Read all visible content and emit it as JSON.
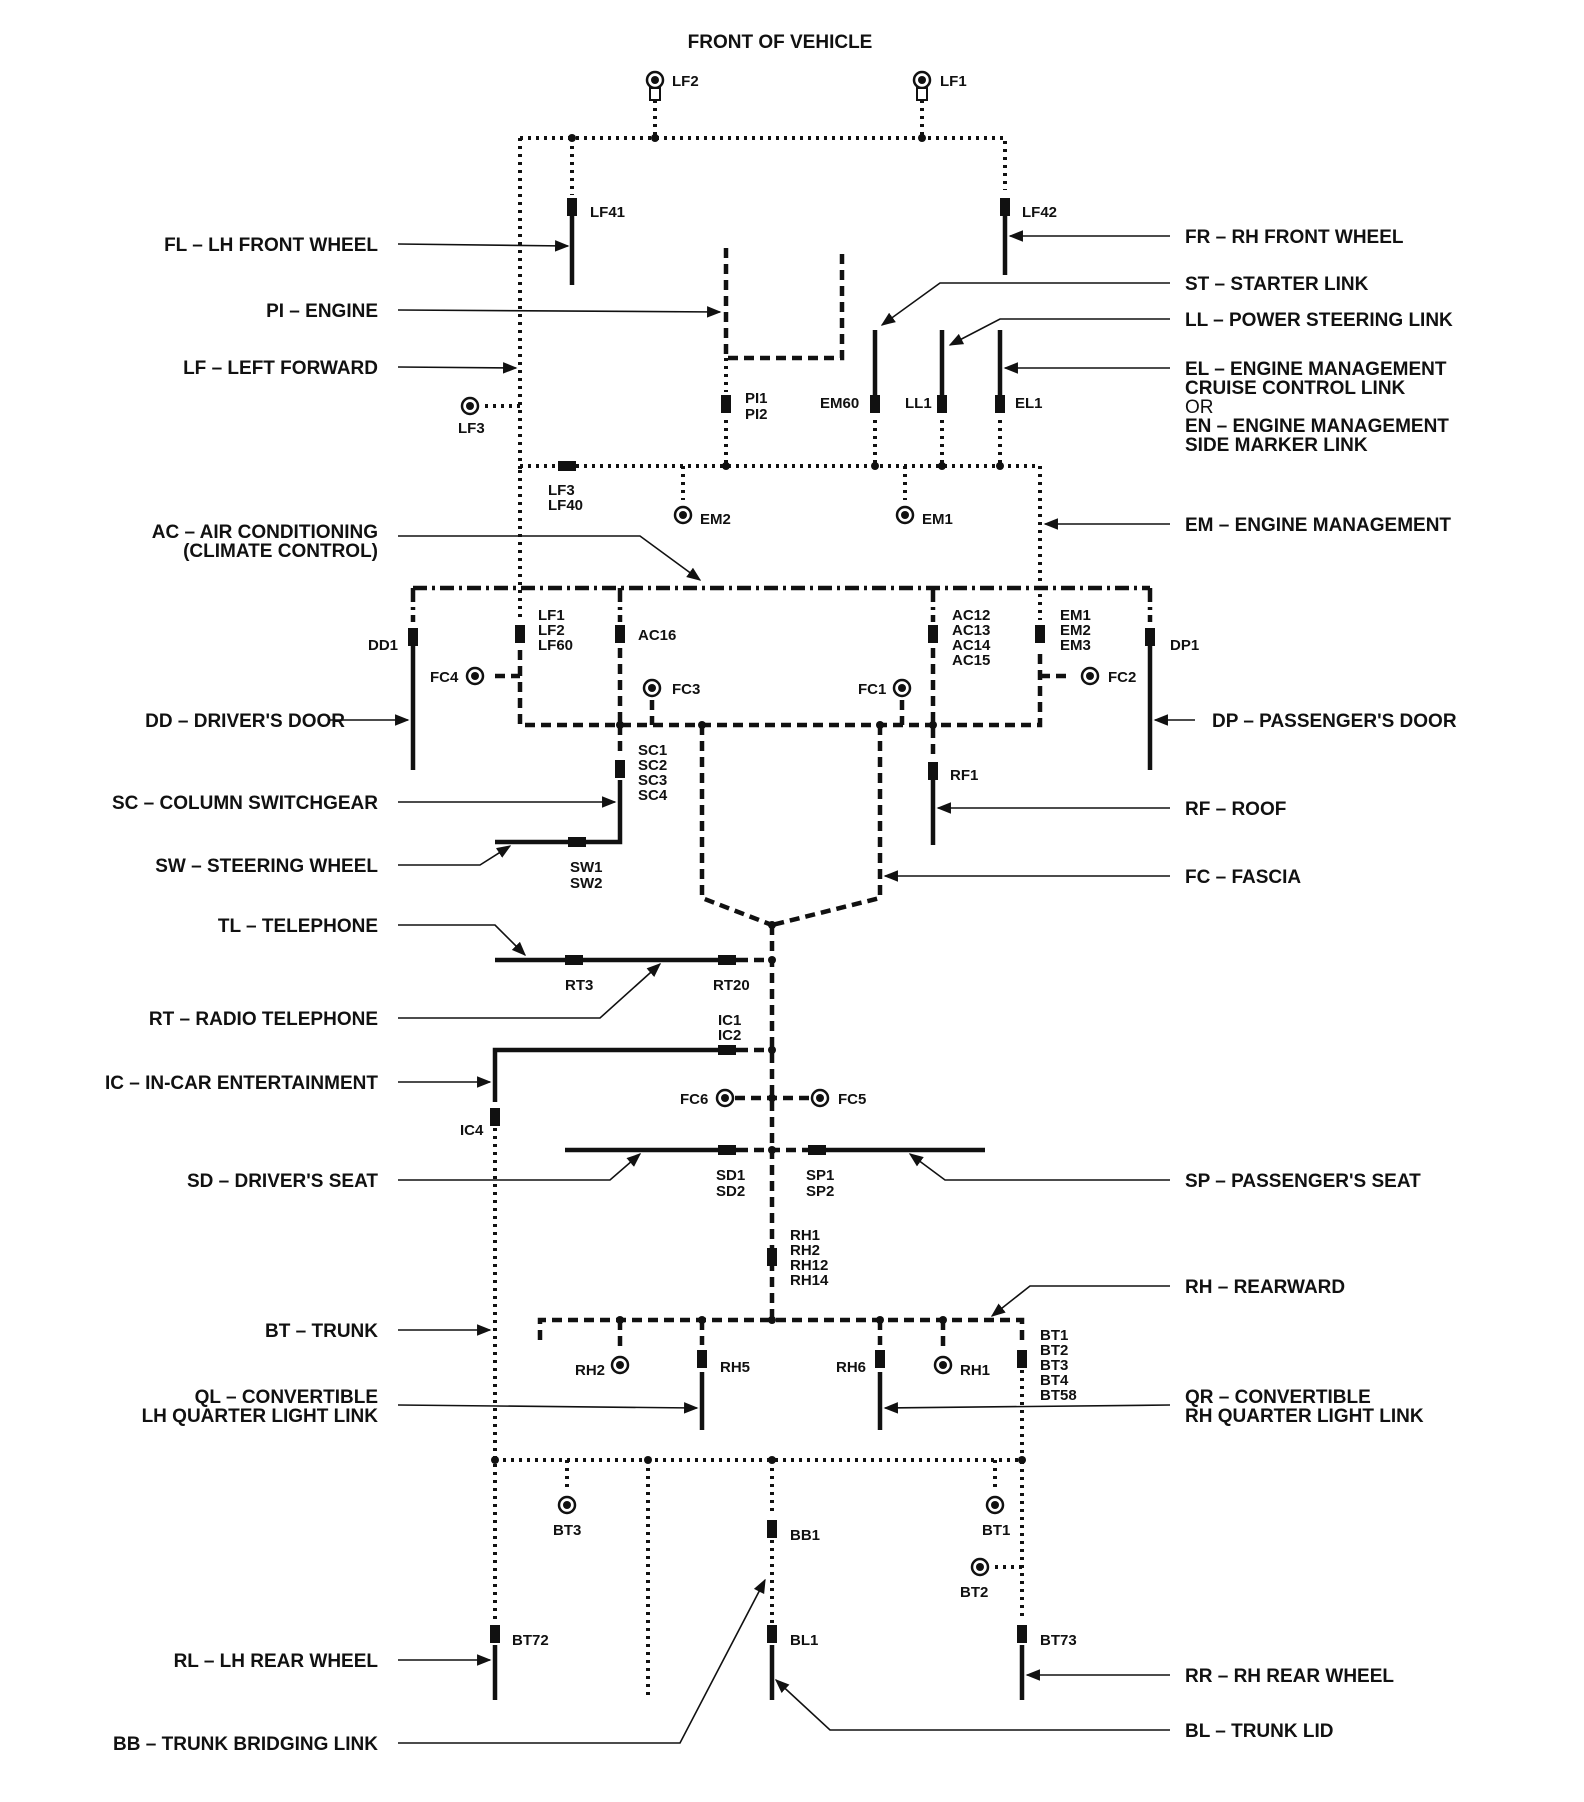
{
  "title": "FRONT OF VEHICLE",
  "labels_left": {
    "fl": "FL – LH FRONT WHEEL",
    "pi": "PI – ENGINE",
    "lf": "LF – LEFT FORWARD",
    "ac1": "AC – AIR CONDITIONING",
    "ac2": "(CLIMATE CONTROL)",
    "dd": "DD – DRIVER'S DOOR",
    "sc": "SC – COLUMN SWITCHGEAR",
    "sw": "SW – STEERING WHEEL",
    "tl": "TL – TELEPHONE",
    "rt": "RT – RADIO TELEPHONE",
    "ic": "IC – IN-CAR ENTERTAINMENT",
    "sd": "SD – DRIVER'S SEAT",
    "bt": "BT – TRUNK",
    "ql1": "QL – CONVERTIBLE",
    "ql2": "LH QUARTER LIGHT LINK",
    "rl": "RL – LH REAR WHEEL",
    "bb": "BB – TRUNK BRIDGING LINK"
  },
  "labels_right": {
    "fr": "FR – RH FRONT WHEEL",
    "st": "ST – STARTER LINK",
    "ll": "LL – POWER STEERING LINK",
    "el1": "EL – ENGINE MANAGEMENT",
    "el2": "CRUISE CONTROL LINK",
    "or": "OR",
    "en1": "EN – ENGINE MANAGEMENT",
    "en2": "SIDE MARKER LINK",
    "em": "EM – ENGINE MANAGEMENT",
    "dp": "DP – PASSENGER'S DOOR",
    "rf": "RF – ROOF",
    "fc": "FC – FASCIA",
    "sp": "SP – PASSENGER'S SEAT",
    "rh": "RH – REARWARD",
    "qr1": "QR – CONVERTIBLE",
    "qr2": "RH QUARTER LIGHT LINK",
    "rr": "RR – RH REAR WHEEL",
    "bl": "BL – TRUNK LID"
  },
  "connectors": {
    "lf2": "LF2",
    "lf1": "LF1",
    "lf41": "LF41",
    "lf42": "LF42",
    "pi1": "PI1",
    "pi2": "PI2",
    "em60": "EM60",
    "ll1": "LL1",
    "el1": "EL1",
    "lf3a": "LF3",
    "lf3b": "LF3",
    "lf40": "LF40",
    "em2": "EM2",
    "em1": "EM1",
    "dd1": "DD1",
    "lf1b": "LF1",
    "lf2b": "LF2",
    "lf60": "LF60",
    "ac16": "AC16",
    "ac12": "AC12",
    "ac13": "AC13",
    "ac14": "AC14",
    "ac15": "AC15",
    "em1b": "EM1",
    "em2b": "EM2",
    "em3": "EM3",
    "dp1": "DP1",
    "fc4": "FC4",
    "fc3": "FC3",
    "fc1": "FC1",
    "fc2": "FC2",
    "sc1": "SC1",
    "sc2": "SC2",
    "sc3": "SC3",
    "sc4": "SC4",
    "rf1": "RF1",
    "sw1": "SW1",
    "sw2": "SW2",
    "rt3": "RT3",
    "rt20": "RT20",
    "ic1": "IC1",
    "ic2": "IC2",
    "ic4": "IC4",
    "fc6": "FC6",
    "fc5": "FC5",
    "sd1": "SD1",
    "sd2": "SD2",
    "sp1": "SP1",
    "sp2": "SP2",
    "rh1": "RH1",
    "rh2": "RH2",
    "rh12": "RH12",
    "rh14": "RH14",
    "rh2b": "RH2",
    "rh5": "RH5",
    "rh6": "RH6",
    "rh1b": "RH1",
    "bt1": "BT1",
    "bt2": "BT2",
    "bt3": "BT3",
    "bt4": "BT4",
    "bt58": "BT58",
    "bt3b": "BT3",
    "bb1": "BB1",
    "bt1b": "BT1",
    "bt2b": "BT2",
    "bt72": "BT72",
    "bl1": "BL1",
    "bt73": "BT73"
  }
}
